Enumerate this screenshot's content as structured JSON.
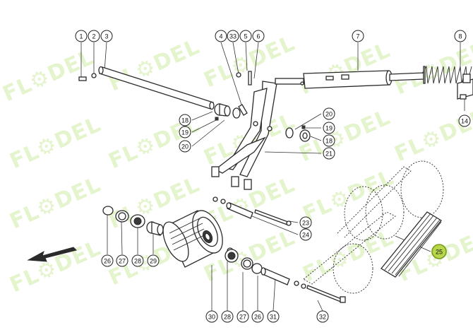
{
  "watermark": {
    "text": "FL⚙DEL",
    "color": "#b9e178"
  },
  "highlight": {
    "callout": "25",
    "color": "#b8d64a"
  },
  "callouts": [
    "1",
    "2",
    "3",
    "4",
    "33",
    "5",
    "6",
    "7",
    "8",
    "14",
    "18",
    "19",
    "20",
    "20",
    "19",
    "18",
    "21",
    "23",
    "24",
    "25",
    "26",
    "27",
    "28",
    "29",
    "30",
    "28",
    "27",
    "26",
    "31",
    "32"
  ],
  "icons": {
    "direction_arrow": "arrow-down-left-icon"
  }
}
